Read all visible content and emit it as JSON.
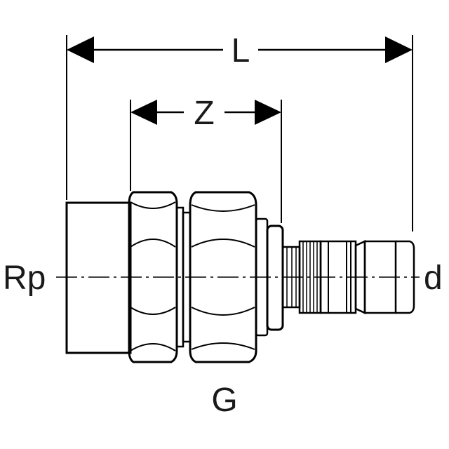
{
  "labels": {
    "L": "L",
    "Z": "Z",
    "Rp": "Rp",
    "d": "d",
    "G": "G"
  },
  "colors": {
    "line": "#000000",
    "background": "#ffffff"
  }
}
